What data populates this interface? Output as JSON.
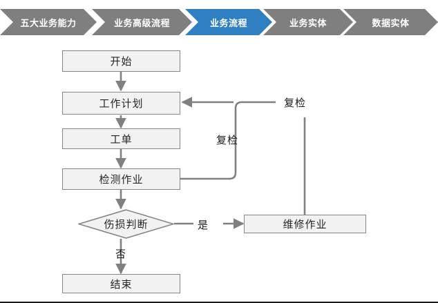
{
  "breadcrumb": {
    "items": [
      {
        "label": "五大业务能力",
        "state": "inactive"
      },
      {
        "label": "业务高级流程",
        "state": "inactive"
      },
      {
        "label": "业务流程",
        "state": "active"
      },
      {
        "label": "业务实体",
        "state": "inactive"
      },
      {
        "label": "数据实体",
        "state": "inactive"
      }
    ],
    "active_color": "#2f7fc1",
    "inactive_color": "#7f7f7f",
    "text_color": "#ffffff"
  },
  "flowchart": {
    "node_fill": "#f2f2f2",
    "node_border": "#868686",
    "connector_color": "#808080",
    "text_color": "#262626",
    "nodes": [
      {
        "id": "start",
        "label": "开始",
        "shape": "rect"
      },
      {
        "id": "work-plan",
        "label": "工作计划",
        "shape": "rect"
      },
      {
        "id": "work-order",
        "label": "工单",
        "shape": "rect"
      },
      {
        "id": "inspection",
        "label": "检测作业",
        "shape": "rect"
      },
      {
        "id": "damage-decision",
        "label": "伤损判断",
        "shape": "diamond"
      },
      {
        "id": "repair",
        "label": "维修作业",
        "shape": "rect"
      },
      {
        "id": "end",
        "label": "结束",
        "shape": "rect"
      }
    ],
    "edge_labels": [
      {
        "id": "recheck-top",
        "label": "复检"
      },
      {
        "id": "recheck-middle",
        "label": "复检"
      },
      {
        "id": "yes",
        "label": "是"
      },
      {
        "id": "no",
        "label": "否"
      }
    ]
  }
}
